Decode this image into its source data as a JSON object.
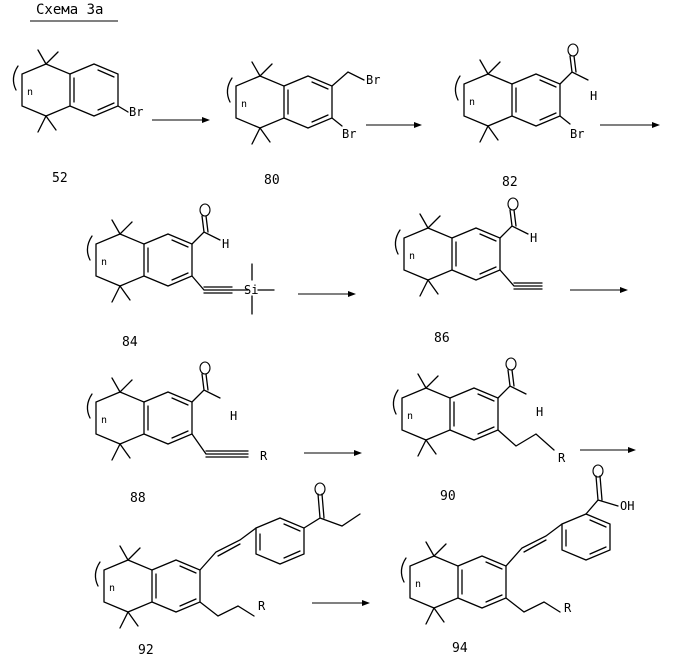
{
  "title": "Схема 3а",
  "colors": {
    "ink": "#000000",
    "background": "#ffffff"
  },
  "labels": {
    "ring_index": "n",
    "bromine": "Br",
    "hydrogen": "H",
    "silicon": "Si",
    "r_group": "R",
    "hydroxyl": "OH"
  },
  "compounds": [
    {
      "id": "52"
    },
    {
      "id": "80"
    },
    {
      "id": "82"
    },
    {
      "id": "84"
    },
    {
      "id": "86"
    },
    {
      "id": "88"
    },
    {
      "id": "90"
    },
    {
      "id": "92"
    },
    {
      "id": "94"
    }
  ],
  "arrows": [
    {
      "from": "52",
      "to": "80"
    },
    {
      "from": "80",
      "to": "82"
    },
    {
      "from": "82",
      "to": "84"
    },
    {
      "from": "84",
      "to": "86"
    },
    {
      "from": "86",
      "to": "88"
    },
    {
      "from": "88",
      "to": "90"
    },
    {
      "from": "90",
      "to": "92"
    },
    {
      "from": "92",
      "to": "94"
    }
  ]
}
